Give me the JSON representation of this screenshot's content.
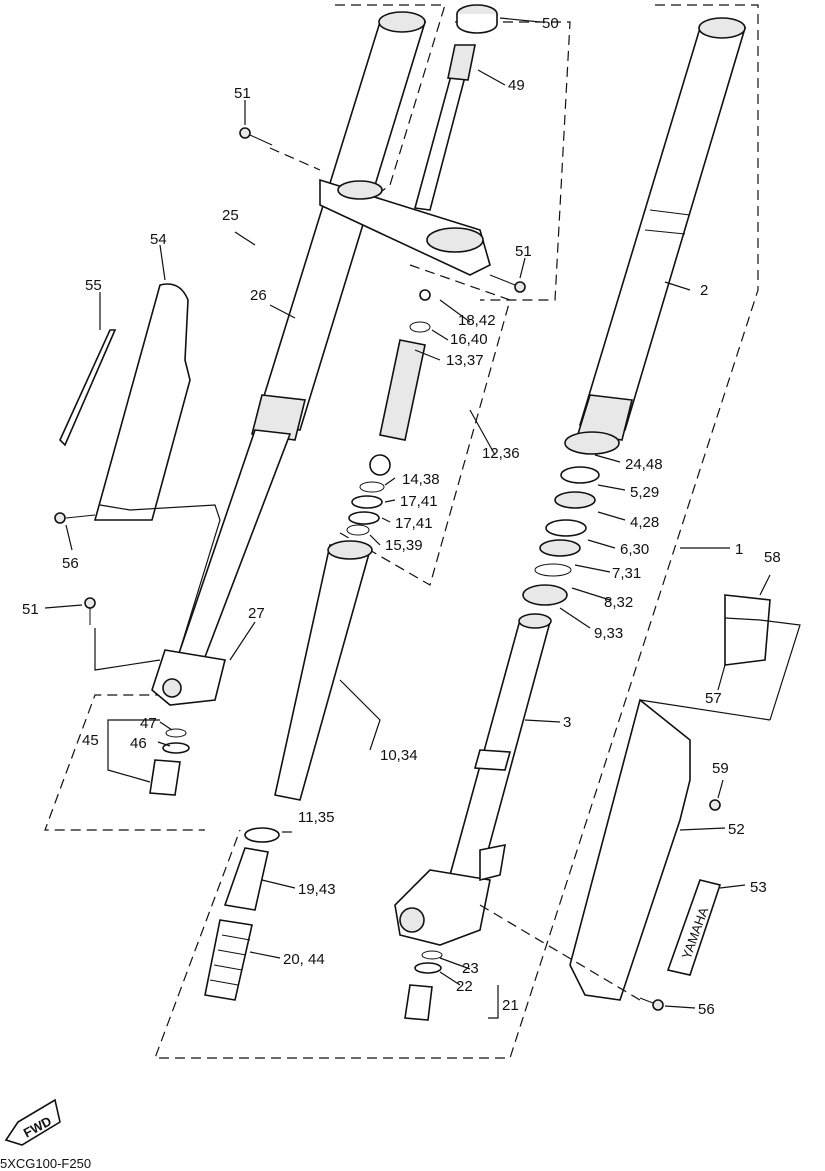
{
  "diagram": {
    "labels": {
      "p1": "1",
      "p2": "2",
      "p3": "3",
      "p4_28": "4,28",
      "p5_29": "5,29",
      "p6_30": "6,30",
      "p7_31": "7,31",
      "p8_32": "8,32",
      "p9_33": "9,33",
      "p10_34": "10,34",
      "p11_35": "11,35",
      "p12_36": "12,36",
      "p13_37": "13,37",
      "p14_38": "14,38",
      "p15_39": "15,39",
      "p16_40": "16,40",
      "p17_41a": "17,41",
      "p17_41b": "17,41",
      "p18_42": "18,42",
      "p19_43": "19,43",
      "p20_44": "20, 44",
      "p21": "21",
      "p22": "22",
      "p23": "23",
      "p24_48": "24,48",
      "p25": "25",
      "p26": "26",
      "p27": "27",
      "p45": "45",
      "p46": "46",
      "p47": "47",
      "p49": "49",
      "p50": "50",
      "p51a": "51",
      "p51b": "51",
      "p51c": "51",
      "p52": "52",
      "p53": "53",
      "p54": "54",
      "p55": "55",
      "p56a": "56",
      "p56b": "56",
      "p57": "57",
      "p58": "58",
      "p59": "59"
    },
    "fwd_badge": "FWD",
    "decal_text": "YAMAHA",
    "drawing_code": "5XCG100-F250"
  }
}
